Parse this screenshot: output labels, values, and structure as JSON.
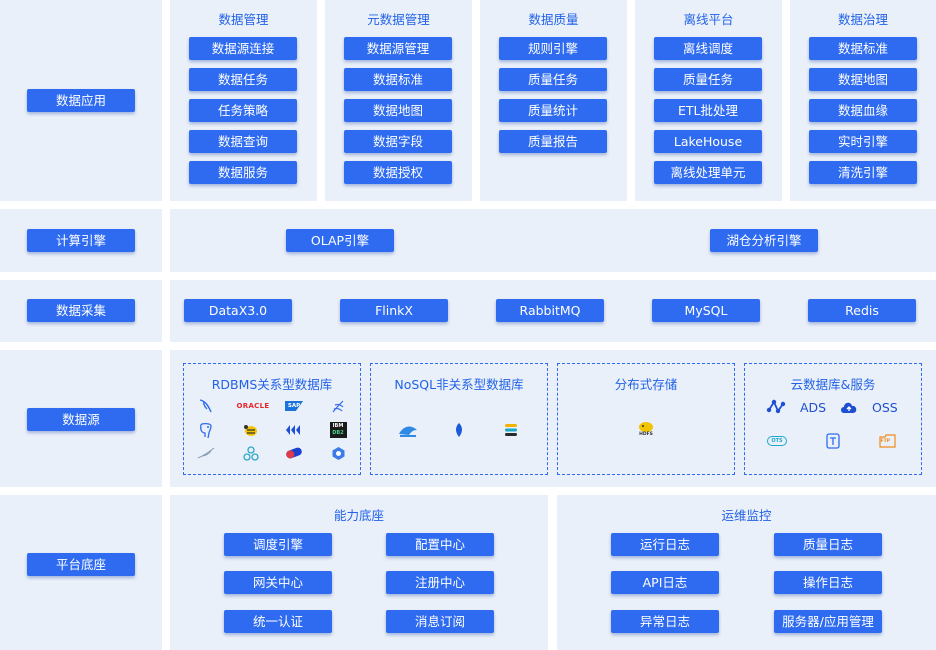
{
  "rows": {
    "app": {
      "label": "数据应用"
    },
    "compute": {
      "label": "计算引擎"
    },
    "collect": {
      "label": "数据采集"
    },
    "source": {
      "label": "数据源"
    },
    "platform": {
      "label": "平台底座"
    }
  },
  "app_columns": [
    {
      "title": "数据管理",
      "items": [
        "数据源连接",
        "数据任务",
        "任务策略",
        "数据查询",
        "数据服务"
      ]
    },
    {
      "title": "元数据管理",
      "items": [
        "数据源管理",
        "数据标准",
        "数据地图",
        "数据字段",
        "数据授权"
      ]
    },
    {
      "title": "数据质量",
      "items": [
        "规则引擎",
        "质量任务",
        "质量统计",
        "质量报告"
      ]
    },
    {
      "title": "离线平台",
      "items": [
        "离线调度",
        "质量任务",
        "ETL批处理",
        "LakeHouse",
        "离线处理单元"
      ]
    },
    {
      "title": "数据治理",
      "items": [
        "数据标准",
        "数据地图",
        "数据血缘",
        "实时引擎",
        "清洗引擎"
      ]
    }
  ],
  "compute_items": [
    "OLAP引擎",
    "湖仓分析引擎"
  ],
  "collect_items": [
    "DataX3.0",
    "FlinkX",
    "RabbitMQ",
    "MySQL",
    "Redis"
  ],
  "source_groups": {
    "rdbms": {
      "title": "RDBMS关系型数据库",
      "logo_oracle": "ORACLE",
      "logo_sap": "SAP",
      "logo_ibm": "IBM",
      "logo_db2": "DB2"
    },
    "nosql": {
      "title": "NoSQL非关系型数据库"
    },
    "dfs": {
      "title": "分布式存储",
      "logo_hdfs": "HDFS"
    },
    "cloud": {
      "title": "云数据库&服务",
      "ads": "ADS",
      "oss": "OSS",
      "ots": "OTS",
      "ftp": "FTP"
    }
  },
  "platform": {
    "capability": {
      "title": "能力底座",
      "items": [
        "调度引擎",
        "配置中心",
        "网关中心",
        "注册中心",
        "统一认证",
        "消息订阅"
      ]
    },
    "ops": {
      "title": "运维监控",
      "items": [
        "运行日志",
        "质量日志",
        "API日志",
        "操作日志",
        "异常日志",
        "服务器/应用管理"
      ]
    }
  },
  "colors": {
    "accent": "#2e6bf0",
    "panel": "#eaf0fa",
    "title": "#2262e6"
  }
}
